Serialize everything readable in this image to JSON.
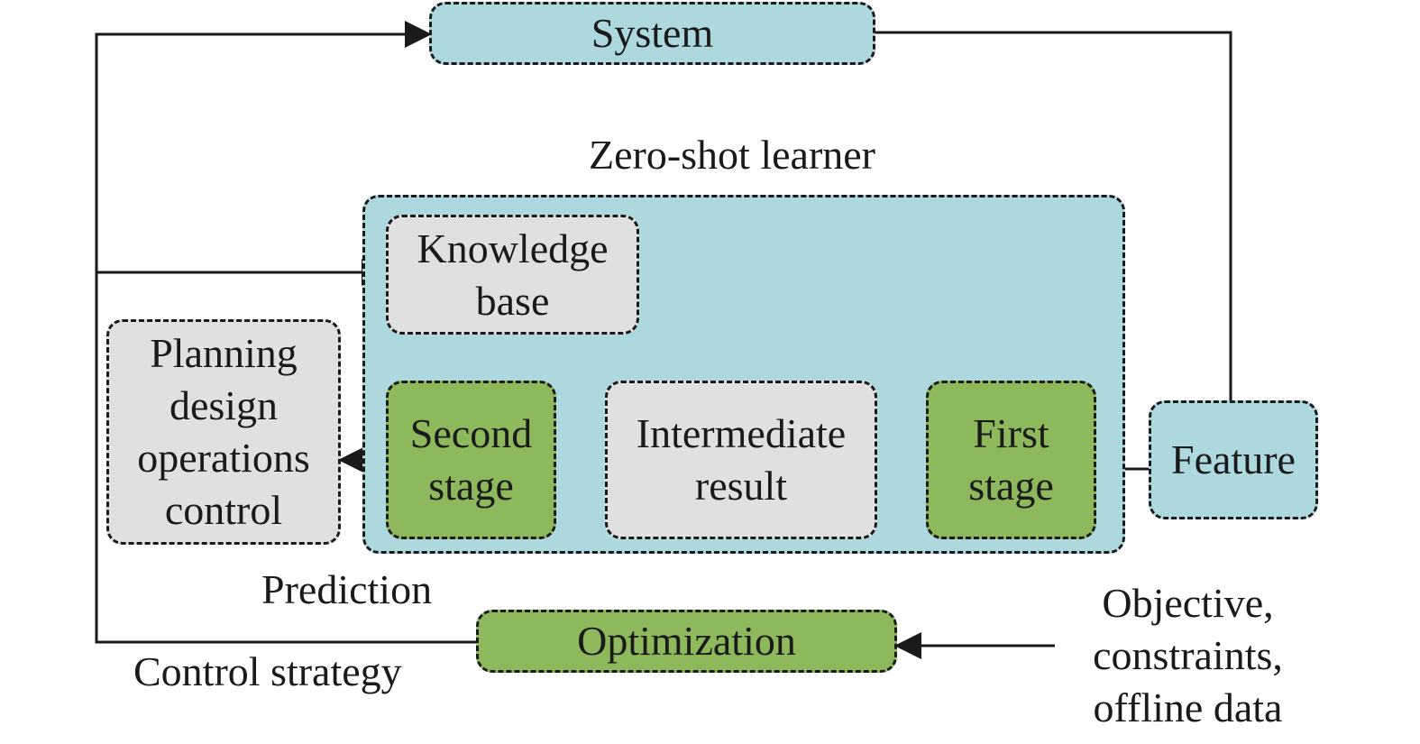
{
  "diagram": {
    "system": "System",
    "learner_title": "Zero-shot learner",
    "knowledge_base": "Knowledge\nbase",
    "planning": "Planning\ndesign\noperations\ncontrol",
    "second_stage": "Second\nstage",
    "intermediate": "Intermediate\nresult",
    "first_stage": "First\nstage",
    "feature": "Feature",
    "prediction": "Prediction",
    "optimization": "Optimization",
    "control_strategy": "Control strategy",
    "objective": "Objective,\nconstraints,\noffline data"
  },
  "colors": {
    "blue": "#add8de",
    "green": "#8db85c",
    "gray": "#e0e0e0",
    "line": "#1a1a1a"
  }
}
